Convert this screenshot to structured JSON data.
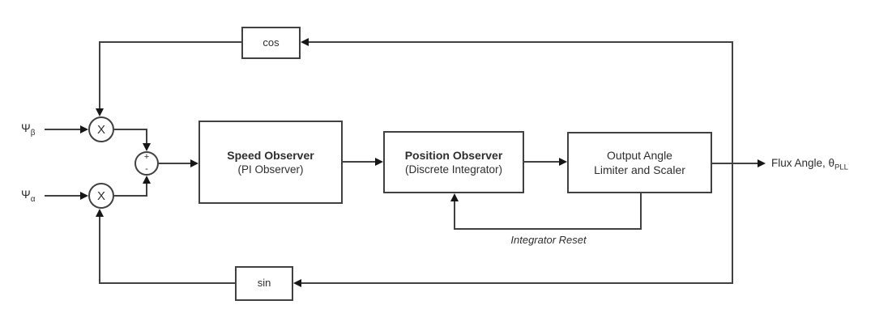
{
  "colors": {
    "stroke": "#414141",
    "arrow": "#161616",
    "text": "#2e2e2e",
    "background": "#ffffff"
  },
  "inputs": {
    "psi_beta": {
      "base": "Ψ",
      "sub": "β"
    },
    "psi_alpha": {
      "base": "Ψ",
      "sub": "α"
    }
  },
  "operators": {
    "multiply": "X",
    "sum_plus": "+",
    "sum_minus": "-"
  },
  "blocks": {
    "cos": {
      "label": "cos"
    },
    "sin": {
      "label": "sin"
    },
    "speed_observer": {
      "title": "Speed Observer",
      "subtitle": "(PI Observer)"
    },
    "position_observer": {
      "title": "Position Observer",
      "subtitle": "(Discrete Integrator)"
    },
    "output_angle": {
      "line1": "Output Angle",
      "line2": "Limiter and Scaler"
    }
  },
  "annotations": {
    "integrator_reset": "Integrator Reset"
  },
  "output": {
    "flux_angle": {
      "base": "Flux Angle, θ",
      "sub": "PLL"
    }
  }
}
